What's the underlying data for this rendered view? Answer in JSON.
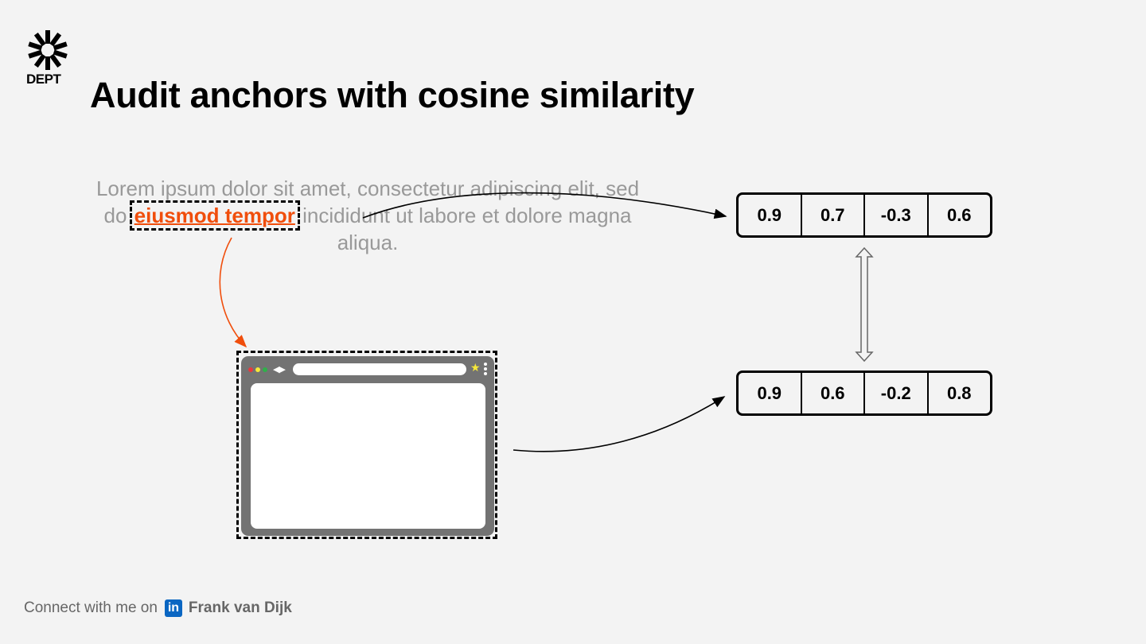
{
  "brand": {
    "logo_text": "DEPT",
    "logo_icon": "dept-asterisk-icon"
  },
  "slide": {
    "title": "Audit anchors with cosine similarity"
  },
  "paragraph": {
    "before": "Lorem ipsum dolor sit amet, consectetur adipiscing elit, sed do ",
    "anchor": "eiusmod tempor",
    "after": " incididunt ut labore et dolore magna aliqua."
  },
  "browser": {
    "icon": "browser-window-icon"
  },
  "vectors": {
    "anchor_embedding": [
      "0.9",
      "0.7",
      "-0.3",
      "0.6"
    ],
    "page_embedding": [
      "0.9",
      "0.6",
      "-0.2",
      "0.8"
    ]
  },
  "colors": {
    "accent": "#f04e0c",
    "linkedin": "#0a66c2",
    "background": "#f3f3f3"
  },
  "footer": {
    "prefix": "Connect with me on",
    "network_icon": "linkedin-icon",
    "network_label": "in",
    "name": "Frank van Dijk"
  }
}
